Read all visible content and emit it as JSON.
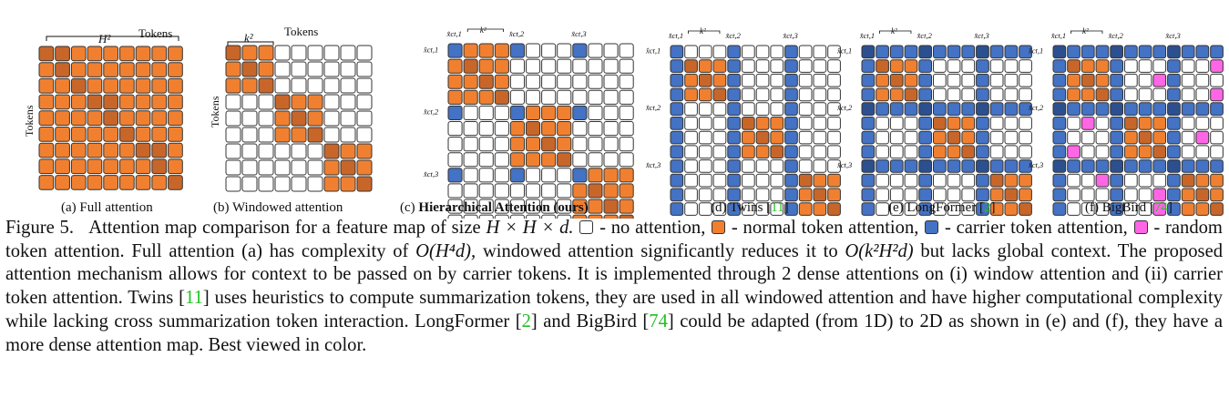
{
  "colors": {
    "none": "#ffffff",
    "normal": "#f08030",
    "normal_dark": "#c8662a",
    "carrier": "#4472c4",
    "carrier_dark": "#2c4f8f",
    "random": "#ff66e6",
    "cite": "#21c021"
  },
  "panels": [
    {
      "id": "a",
      "label": "(a) Full attention",
      "axis_top": "H²",
      "axis_tokens": "Tokens",
      "axis_side": "Tokens"
    },
    {
      "id": "b",
      "label": "(b) Windowed attention",
      "axis_top": "k²",
      "axis_tokens": "Tokens",
      "axis_side": "Tokens"
    },
    {
      "id": "c",
      "label_prefix": "(c) ",
      "label_bold": "Hierarchical Attention (ours)",
      "axis_top": "k²",
      "ct": [
        "x̂ct,1",
        "x̂ct,2",
        "x̂ct,3"
      ]
    },
    {
      "id": "d",
      "label_prefix": "(d) Twins [",
      "cite": "11",
      "label_suffix": "]",
      "axis_top": "k²",
      "ct": [
        "x̂ct,1",
        "x̂ct,2",
        "x̂ct,3"
      ]
    },
    {
      "id": "e",
      "label_prefix": "(e) LongFormer [",
      "cite": "2",
      "label_suffix": "]",
      "axis_top": "k²",
      "ct": [
        "x̂ct,1",
        "x̂ct,2",
        "x̂ct,3"
      ]
    },
    {
      "id": "f",
      "label_prefix": "(f) BigBird [",
      "cite": "74",
      "label_suffix": "]",
      "axis_top": "k²",
      "ct": [
        "x̂ct,1",
        "x̂ct,2",
        "x̂ct,3"
      ]
    }
  ],
  "caption": {
    "fig_label": "Figure 5.",
    "s1": "Attention map comparison for a feature map of size",
    "size": "H × H × d.",
    "legend_none": "- no attention,",
    "legend_normal": "- normal token attention,",
    "legend_carrier": "- carrier token attention,",
    "legend_random": "- random token attention.",
    "s2": "Full attention (a) has complexity of",
    "complexity_full": "O(H⁴d),",
    "s3": "windowed attention significantly reduces it to",
    "complexity_window": "O(k²H²d)",
    "s4": "but lacks global context. The proposed attention mechanism allows for context to be passed on by carrier tokens. It is implemented through 2 dense attentions on (i) window attention and (ii) carrier token attention. Twins [",
    "cite_twins": "11",
    "s5": "] uses heuristics to compute summarization tokens, they are used in all windowed attention and have higher computational complexity while lacking cross summarization token interaction. LongFormer [",
    "cite_longformer": "2",
    "s6": "] and BigBird [",
    "cite_bigbird": "74",
    "s7": "] could be adapted (from 1D) to 2D as shown in (e) and (f), they have a more dense attention map. Best viewed in color."
  }
}
